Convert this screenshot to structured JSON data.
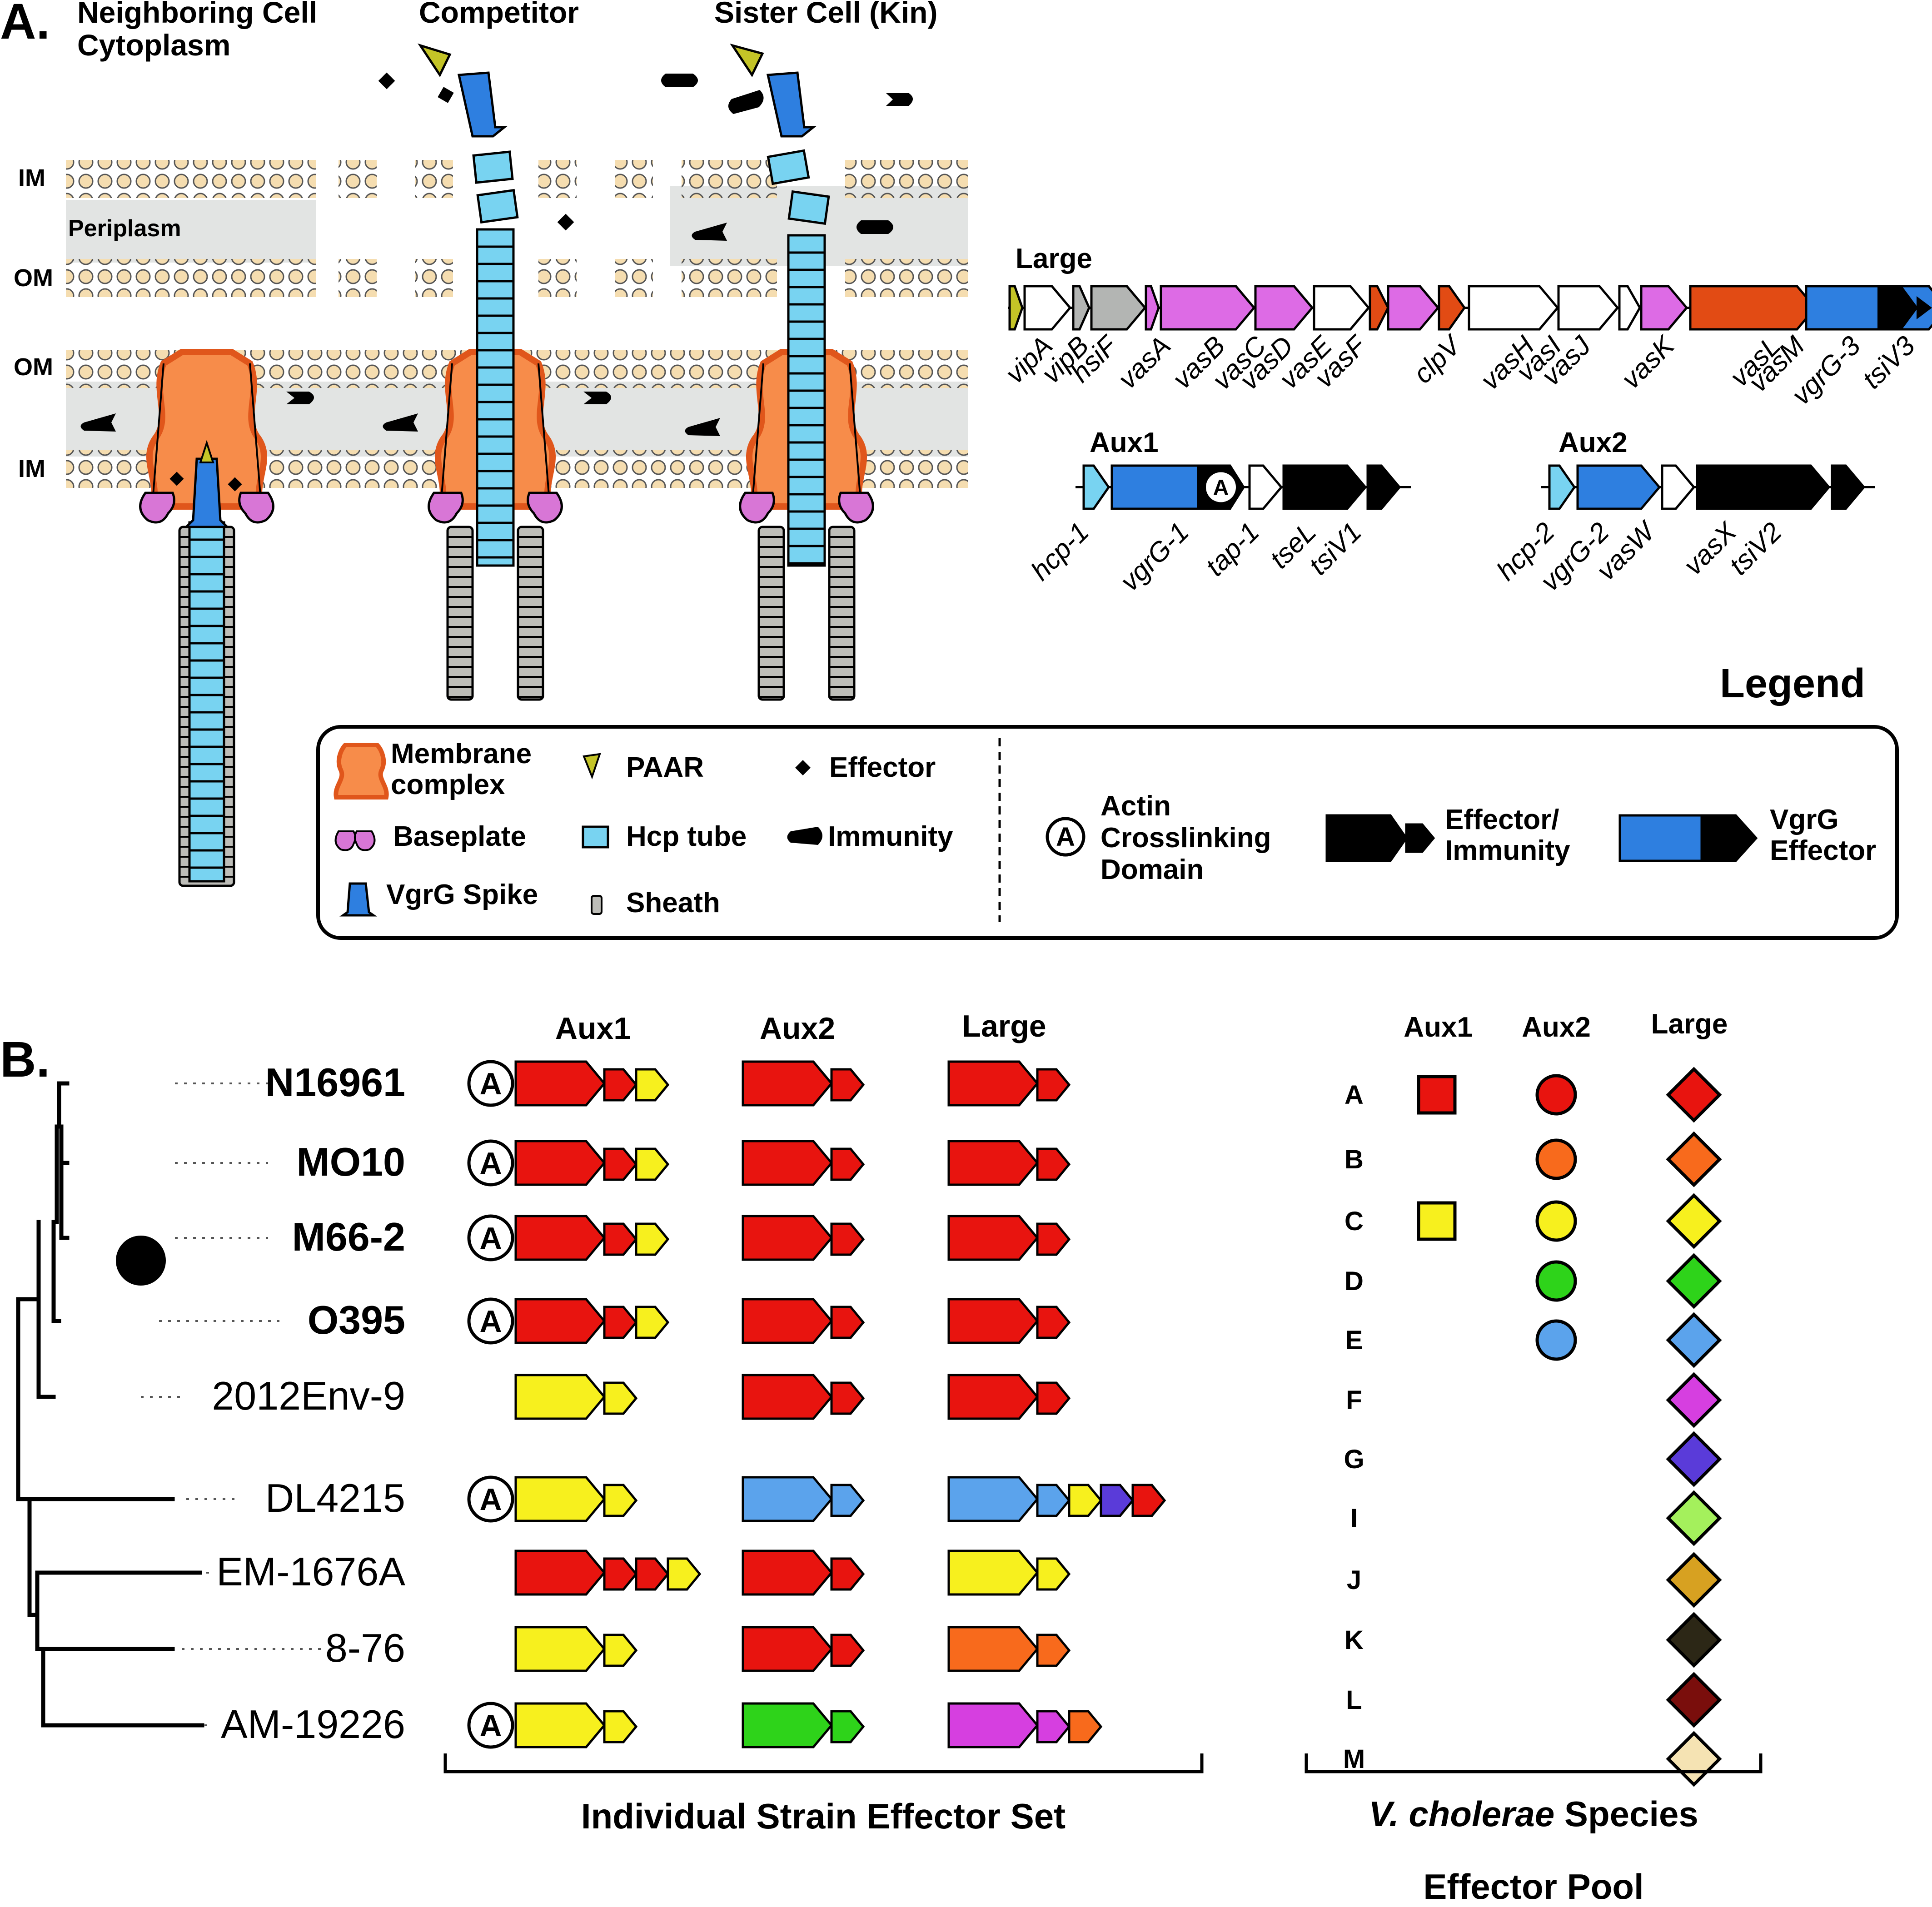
{
  "panel_a": {
    "panel_label": "A.",
    "compartments": {
      "neighbor": "Neighboring Cell\nCytoplasm",
      "competitor": "Competitor",
      "sister": "Sister Cell (Kin)"
    },
    "membranes": {
      "im": "IM",
      "om": "OM",
      "periplasm": "Periplasm"
    },
    "clusters": {
      "large": {
        "title": "Large",
        "genes": [
          "vipA",
          "vipB",
          "hsiF",
          "vasA",
          "vasB",
          "vasC",
          "vasD",
          "vasE",
          "vasF",
          "clpV",
          "vasH",
          "vasI",
          "vasJ",
          "vasK",
          "vasL",
          "vasM",
          "vgrG-3",
          "tsiV3"
        ]
      },
      "aux1": {
        "title": "Aux1",
        "genes": [
          "hcp-1",
          "vgrG-1",
          "tap-1",
          "tseL",
          "tsiV1"
        ]
      },
      "aux2": {
        "title": "Aux2",
        "genes": [
          "hcp-2",
          "vgrG-2",
          "vasW",
          "vasX",
          "tsiV2"
        ]
      }
    },
    "legend": {
      "title": "Legend",
      "items": {
        "membrane_complex": "Membrane\ncomplex",
        "paar": "PAAR",
        "effector": "Effector",
        "baseplate": "Baseplate",
        "hcp_tube": "Hcp tube",
        "immunity": "Immunity",
        "vgrg_spike": "VgrG Spike",
        "sheath": "Sheath",
        "actin": "Actin\nCrosslinking\nDomain",
        "effector_immunity": "Effector/\nImmunity",
        "vgrg_effector": "VgrG\nEffector",
        "actin_symbol": "A"
      }
    }
  },
  "panel_b": {
    "panel_label": "B.",
    "column_headers": [
      "Aux1",
      "Aux2",
      "Large"
    ],
    "pool_headers": [
      "Aux1",
      "Aux2",
      "Large"
    ],
    "strains": [
      {
        "name": "N16961",
        "bold": true,
        "actin": true,
        "aux1": [
          "red",
          "red",
          "yellow"
        ],
        "aux2": [
          "red",
          "red"
        ],
        "large": [
          "red",
          "red"
        ]
      },
      {
        "name": "MO10",
        "bold": true,
        "actin": true,
        "aux1": [
          "red",
          "red",
          "yellow"
        ],
        "aux2": [
          "red",
          "red"
        ],
        "large": [
          "red",
          "red"
        ]
      },
      {
        "name": "M66-2",
        "bold": true,
        "actin": true,
        "aux1": [
          "red",
          "red",
          "yellow"
        ],
        "aux2": [
          "red",
          "red"
        ],
        "large": [
          "red",
          "red"
        ]
      },
      {
        "name": "O395",
        "bold": true,
        "actin": true,
        "aux1": [
          "red",
          "red",
          "yellow"
        ],
        "aux2": [
          "red",
          "red"
        ],
        "large": [
          "red",
          "red"
        ]
      },
      {
        "name": "2012Env-9",
        "bold": false,
        "actin": false,
        "aux1": [
          "yellow",
          "yellow"
        ],
        "aux2": [
          "red",
          "red"
        ],
        "large": [
          "red",
          "red"
        ]
      },
      {
        "name": "DL4215",
        "bold": false,
        "actin": true,
        "aux1": [
          "yellow",
          "yellow"
        ],
        "aux2": [
          "blue",
          "blue"
        ],
        "large": [
          "blue",
          "blue",
          "yellow",
          "purple",
          "red"
        ]
      },
      {
        "name": "EM-1676A",
        "bold": false,
        "actin": false,
        "aux1": [
          "red",
          "red",
          "red",
          "yellow"
        ],
        "aux2": [
          "red",
          "red"
        ],
        "large": [
          "yellow",
          "yellow"
        ]
      },
      {
        "name": "8-76",
        "bold": false,
        "actin": false,
        "aux1": [
          "yellow",
          "yellow"
        ],
        "aux2": [
          "red",
          "red"
        ],
        "large": [
          "orange",
          "orange"
        ]
      },
      {
        "name": "AM-19226",
        "bold": false,
        "actin": true,
        "aux1": [
          "yellow",
          "yellow"
        ],
        "aux2": [
          "green",
          "green"
        ],
        "large": [
          "magenta",
          "magenta",
          "orange"
        ]
      }
    ],
    "pool": [
      {
        "letter": "A",
        "aux1": "red",
        "aux2": "red",
        "large": "red"
      },
      {
        "letter": "B",
        "aux1": null,
        "aux2": "orange",
        "large": "orange"
      },
      {
        "letter": "C",
        "aux1": "yellow",
        "aux2": "yellow",
        "large": "yellow"
      },
      {
        "letter": "D",
        "aux1": null,
        "aux2": "green",
        "large": "green"
      },
      {
        "letter": "E",
        "aux1": null,
        "aux2": "blue",
        "large": "blue"
      },
      {
        "letter": "F",
        "aux1": null,
        "aux2": null,
        "large": "magenta"
      },
      {
        "letter": "G",
        "aux1": null,
        "aux2": null,
        "large": "purple"
      },
      {
        "letter": "I",
        "aux1": null,
        "aux2": null,
        "large": "lime"
      },
      {
        "letter": "J",
        "aux1": null,
        "aux2": null,
        "large": "gold"
      },
      {
        "letter": "K",
        "aux1": null,
        "aux2": null,
        "large": "olive"
      },
      {
        "letter": "L",
        "aux1": null,
        "aux2": null,
        "large": "maroon"
      },
      {
        "letter": "M",
        "aux1": null,
        "aux2": null,
        "large": "cream"
      }
    ],
    "bottom_labels": {
      "strain_set": "Individual Strain Effector Set",
      "species_pool_italic": "V. cholerae",
      "species_pool_rest": " Species",
      "species_pool_line2": "Effector Pool"
    }
  },
  "colors": {
    "red": "#E8140F",
    "yellow": "#F7F01E",
    "blue": "#5BA3EC",
    "purple": "#5A3BD9",
    "orange": "#F86A1C",
    "green": "#2ED31A",
    "magenta": "#D63FE0",
    "lime": "#A4F05C",
    "gold": "#D7A121",
    "olive": "#2C2716",
    "maroon": "#7A0E0C",
    "cream": "#F5E3B3",
    "tan": "#F5DDB0",
    "periplasm": "#E2E4E3",
    "hcp": "#78D3F1",
    "vgrg": "#2E7FE0",
    "membrane_complex": "#F78C4A",
    "membrane_outline": "#E0561B",
    "baseplate": "#D876D6",
    "paar": "#C4C427",
    "sheath": "#BDBDB8",
    "gene_gray": "#B3B5B3",
    "gene_magenta": "#DD6BE5",
    "gene_orange": "#E24B14",
    "gene_blue": "#2E7FE0"
  }
}
